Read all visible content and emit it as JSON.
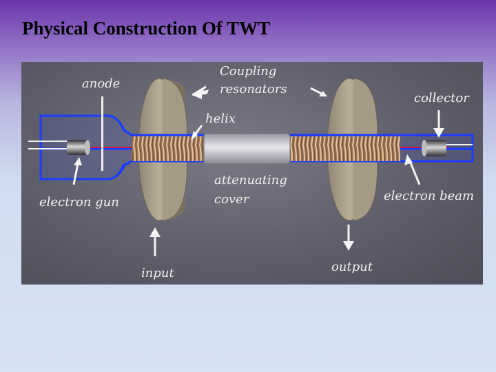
{
  "slide": {
    "title": "Physical Construction Of TWT"
  },
  "diagram": {
    "labels": {
      "anode": "anode",
      "coupling_line1": "Coupling",
      "coupling_line2": "resonators",
      "helix": "helix",
      "collector": "collector",
      "electron_gun": "electron gun",
      "attenuating_line1": "attenuating",
      "attenuating_line2": "cover",
      "electron_beam": "electron beam",
      "input": "input",
      "output": "output"
    },
    "colors": {
      "tube_outline": "#1a3cff",
      "beam": "#d0144c",
      "helix": "#c8956a",
      "resonator": "#a89c86",
      "panel_bg": "#5f5f6b"
    }
  }
}
